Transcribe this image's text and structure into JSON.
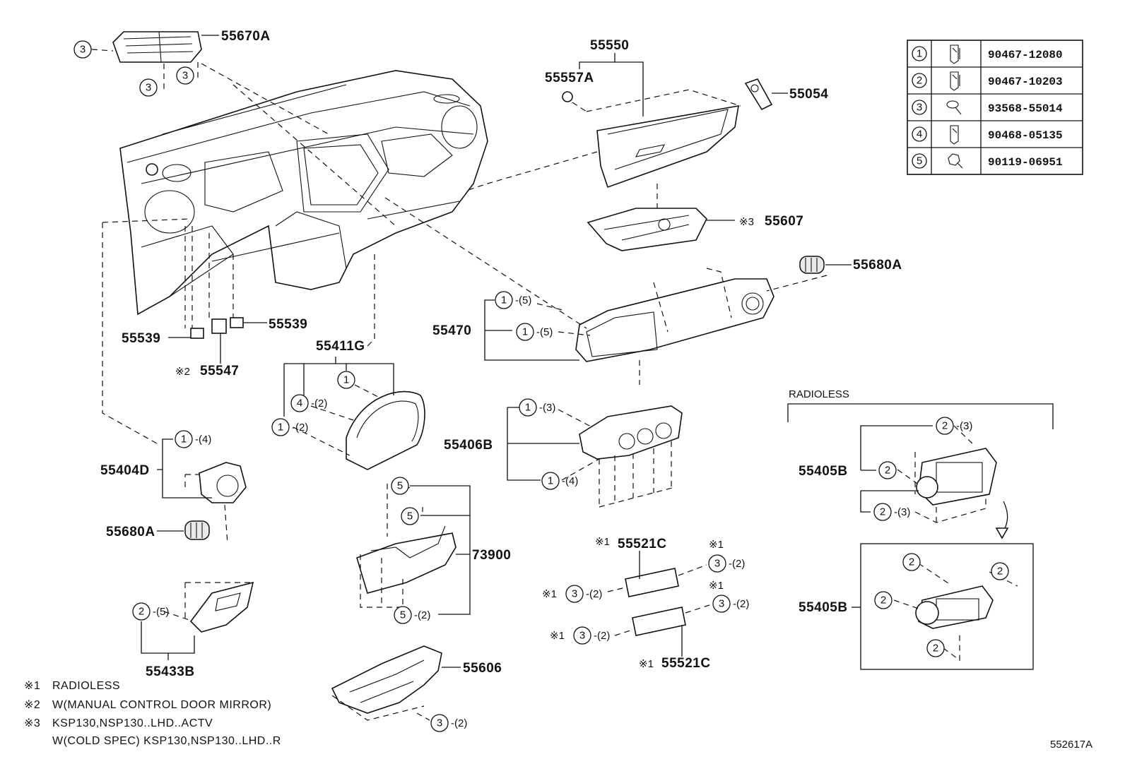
{
  "parts": {
    "p55670A": "55670A",
    "p55550": "55550",
    "p55557A": "55557A",
    "p55054": "55054",
    "p55607": "55607",
    "p55680A_right": "55680A",
    "p55470": "55470",
    "p55539_left": "55539",
    "p55539_right": "55539",
    "p55547": "55547",
    "p55411G": "55411G",
    "p55406B": "55406B",
    "p55404D": "55404D",
    "p55680A_left": "55680A",
    "p73900": "73900",
    "p55433B": "55433B",
    "p55606": "55606",
    "p55521C_top": "55521C",
    "p55521C_bottom": "55521C",
    "p55405B_top": "55405B",
    "p55405B_bottom": "55405B"
  },
  "marks": {
    "m1": "※1",
    "m2": "※2",
    "m3": "※3"
  },
  "qty": {
    "q5": "-(5)",
    "q4": "-(4)",
    "q3": "-(3)",
    "q2": "-(2)"
  },
  "labels": {
    "radioless_group": "RADIOLESS",
    "diagram_id": "552617A"
  },
  "fastener_table": [
    {
      "num": "1",
      "part": "90467-12080",
      "icon": "clip-icon"
    },
    {
      "num": "2",
      "part": "90467-10203",
      "icon": "clip-icon"
    },
    {
      "num": "3",
      "part": "93568-55014",
      "icon": "screw-icon"
    },
    {
      "num": "4",
      "part": "90468-05135",
      "icon": "clip-icon"
    },
    {
      "num": "5",
      "part": "90119-06951",
      "icon": "bolt-icon"
    }
  ],
  "notes": [
    {
      "mark": "※1",
      "text": "RADIOLESS"
    },
    {
      "mark": "※2",
      "text": "W(MANUAL CONTROL DOOR MIRROR)"
    },
    {
      "mark": "※3",
      "text": "KSP130,NSP130..LHD..ACTV"
    },
    {
      "mark": "",
      "text": "W(COLD SPEC) KSP130,NSP130..LHD..R"
    }
  ]
}
